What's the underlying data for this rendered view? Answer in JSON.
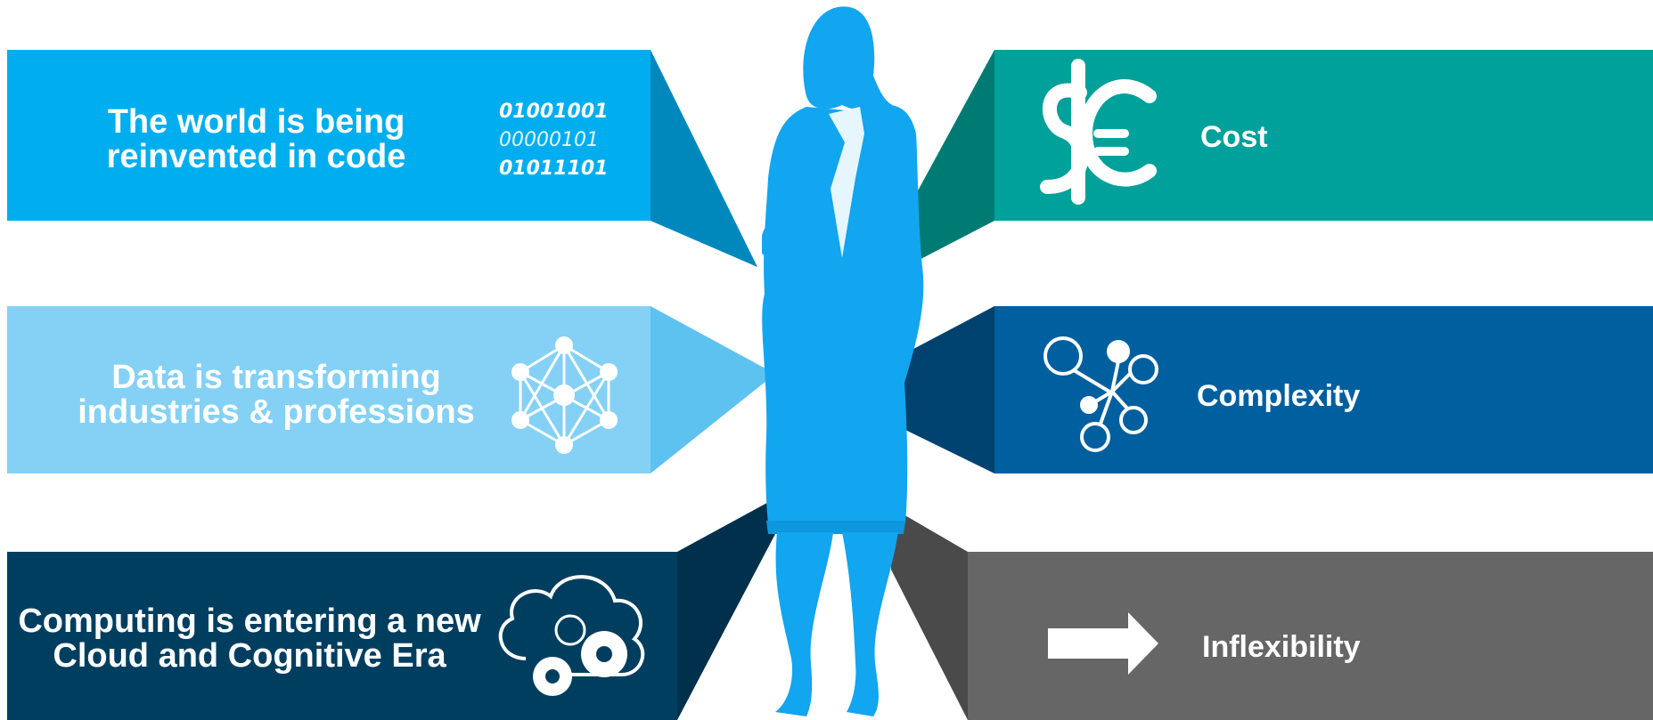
{
  "left_panels": [
    {
      "text_line1": "The world is being",
      "text_line2": "reinvented in code",
      "icon": "binary-code-icon",
      "color": "#00AEEF"
    },
    {
      "text_line1": "Data is transforming",
      "text_line2": "industries & professions",
      "icon": "network-graph-icon",
      "color": "#84D1F5"
    },
    {
      "text_line1": "Computing is entering a new",
      "text_line2": "Cloud and Cognitive Era",
      "icon": "cloud-gears-icon",
      "color": "#003E60"
    }
  ],
  "binary_lines": [
    "01001001",
    "00000101",
    "01011101"
  ],
  "right_panels": [
    {
      "label": "Cost",
      "icon": "currency-icon",
      "color": "#00A19A"
    },
    {
      "label": "Complexity",
      "icon": "complexity-nodes-icon",
      "color": "#005F9E"
    },
    {
      "label": "Inflexibility",
      "icon": "right-arrow-icon",
      "color": "#666666"
    }
  ],
  "figure": {
    "icon": "businesswoman-silhouette",
    "color": "#12A5F0"
  }
}
